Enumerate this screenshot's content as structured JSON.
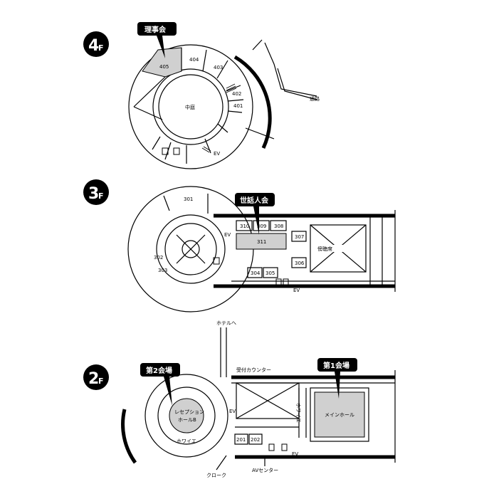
{
  "floors": [
    {
      "num": "4",
      "suffix": "F",
      "callout": "理事会",
      "rooms": [
        "405",
        "404",
        "403",
        "402",
        "401"
      ],
      "center": "中庭",
      "passage": "通路",
      "ev": "EV"
    },
    {
      "num": "3",
      "suffix": "F",
      "callout": "世話人会",
      "rooms": [
        "301",
        "302",
        "303",
        "304",
        "305",
        "306",
        "307",
        "308",
        "309",
        "310",
        "311"
      ],
      "audience": "傍聴席",
      "ev_left": "EV",
      "ev_bottom": "EV"
    },
    {
      "num": "2",
      "suffix": "F",
      "callout_left": "第2会場",
      "callout_right": "第1会場",
      "hall_b_line1": "レセプション",
      "hall_b_line2": "ホールB",
      "main_hall": "メインホール",
      "foyer": "ホワイエ",
      "foyer_vertical": "ホワイエ",
      "cloak": "クローク",
      "av_center": "AVセンター",
      "reception": "受付カウンター",
      "to_hotel": "ホテルへ",
      "rooms": [
        "201",
        "202"
      ],
      "ev_left": "EV",
      "ev_bottom": "EV"
    }
  ],
  "colors": {
    "badge": "#000000",
    "highlight": "#d0d0d0",
    "line": "#000000"
  }
}
